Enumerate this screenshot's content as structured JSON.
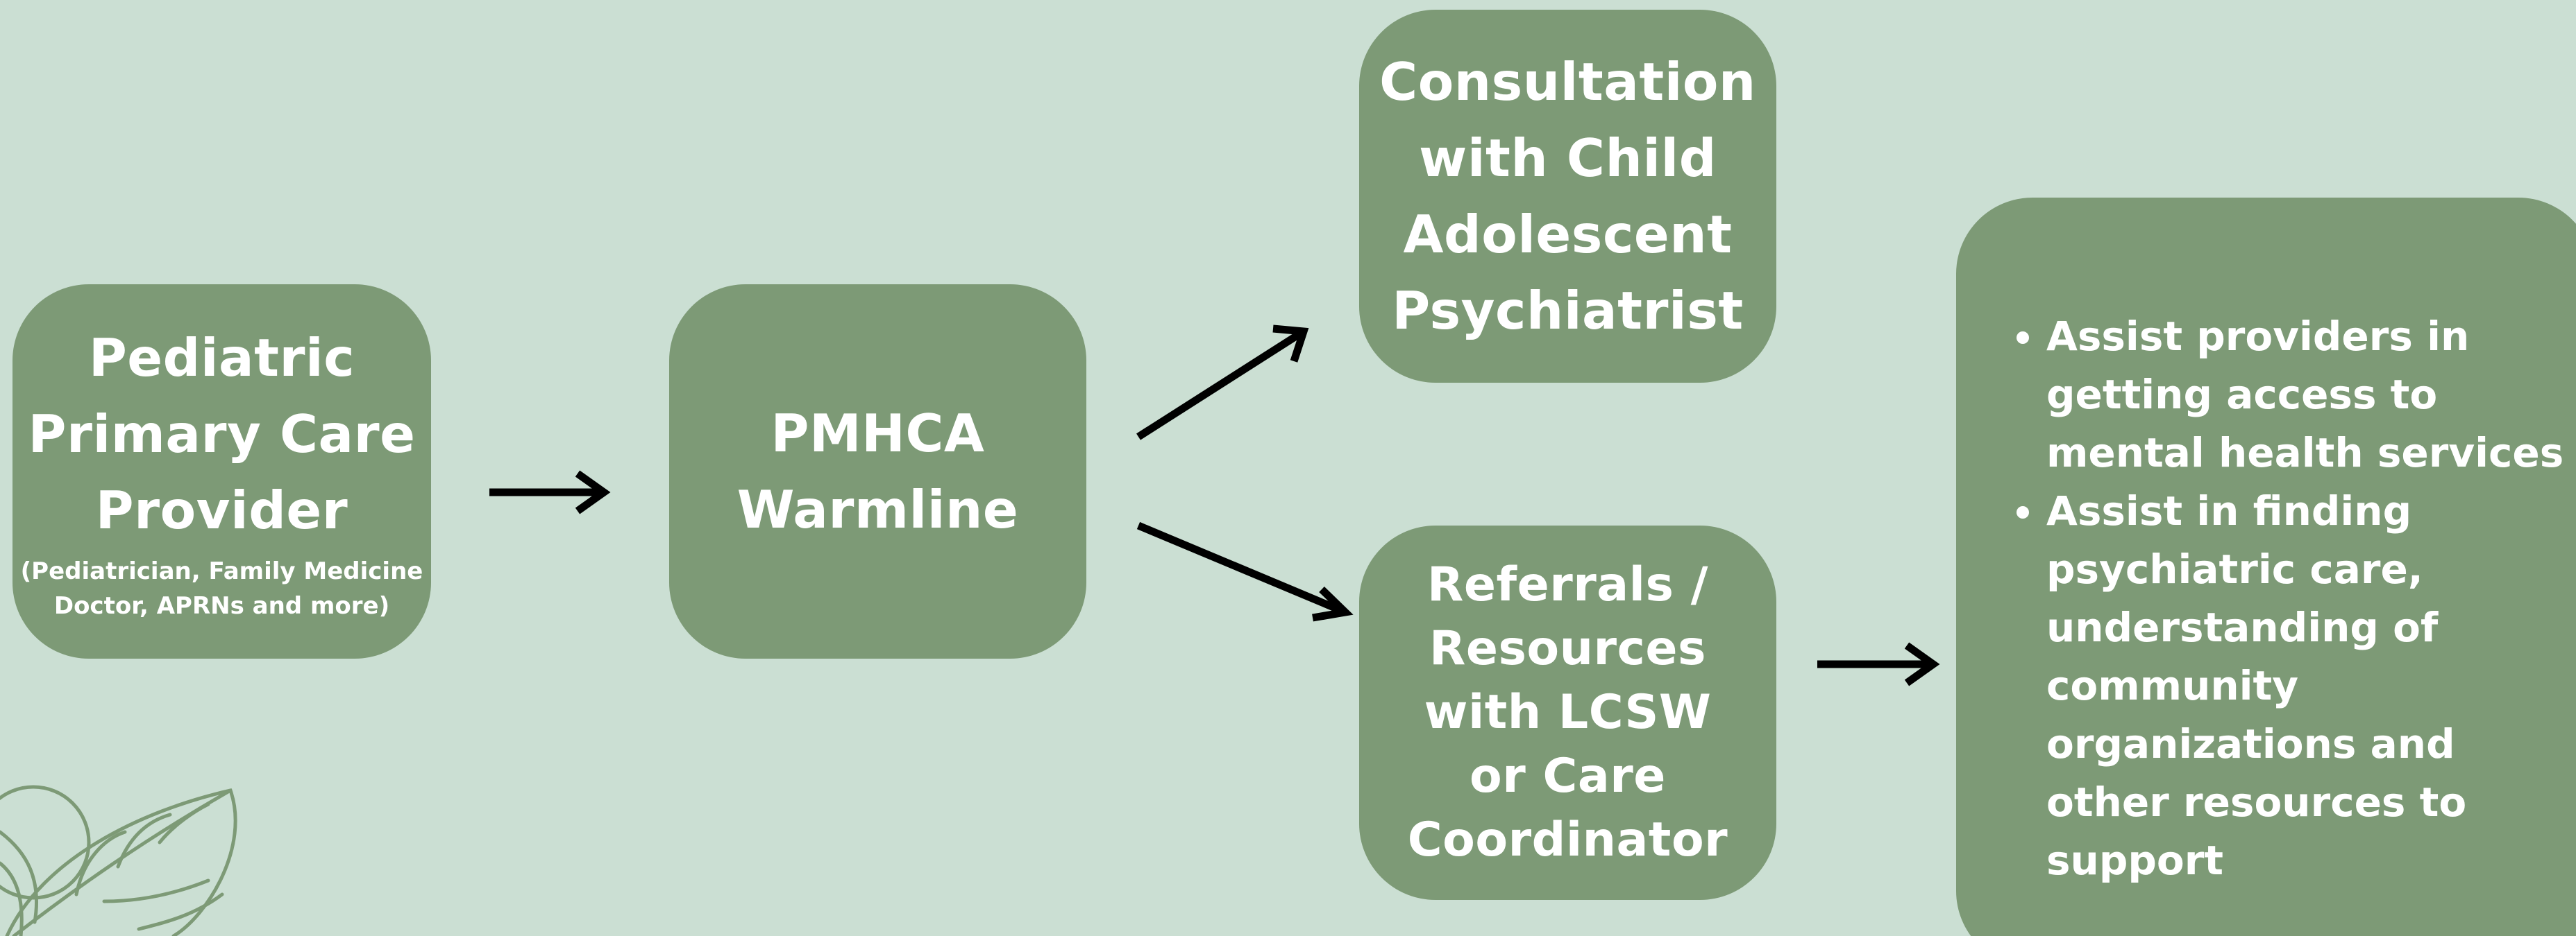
{
  "nodes": {
    "provider": {
      "title": "Pediatric\nPrimary Care\nProvider",
      "subtitle": "(Pediatrician, Family Medicine\nDoctor, APRNs and more)"
    },
    "warmline": {
      "title": "PMHCA\nWarmline"
    },
    "consultation": {
      "title": "Consultation\nwith Child\nAdolescent\nPsychiatrist"
    },
    "referrals": {
      "title": "Referrals /\nResources\nwith LCSW\nor Care\nCoordinator"
    },
    "services": {
      "items": [
        "Assist providers in getting access to mental health services",
        "Assist in finding psychiatric care, understanding of community organizations and other resources to support"
      ]
    }
  },
  "colors": {
    "background": "#cbdfd3",
    "box": "#7d9a76",
    "text": "#ffffff",
    "arrow": "#000000",
    "leaf": "#7d9a76"
  }
}
